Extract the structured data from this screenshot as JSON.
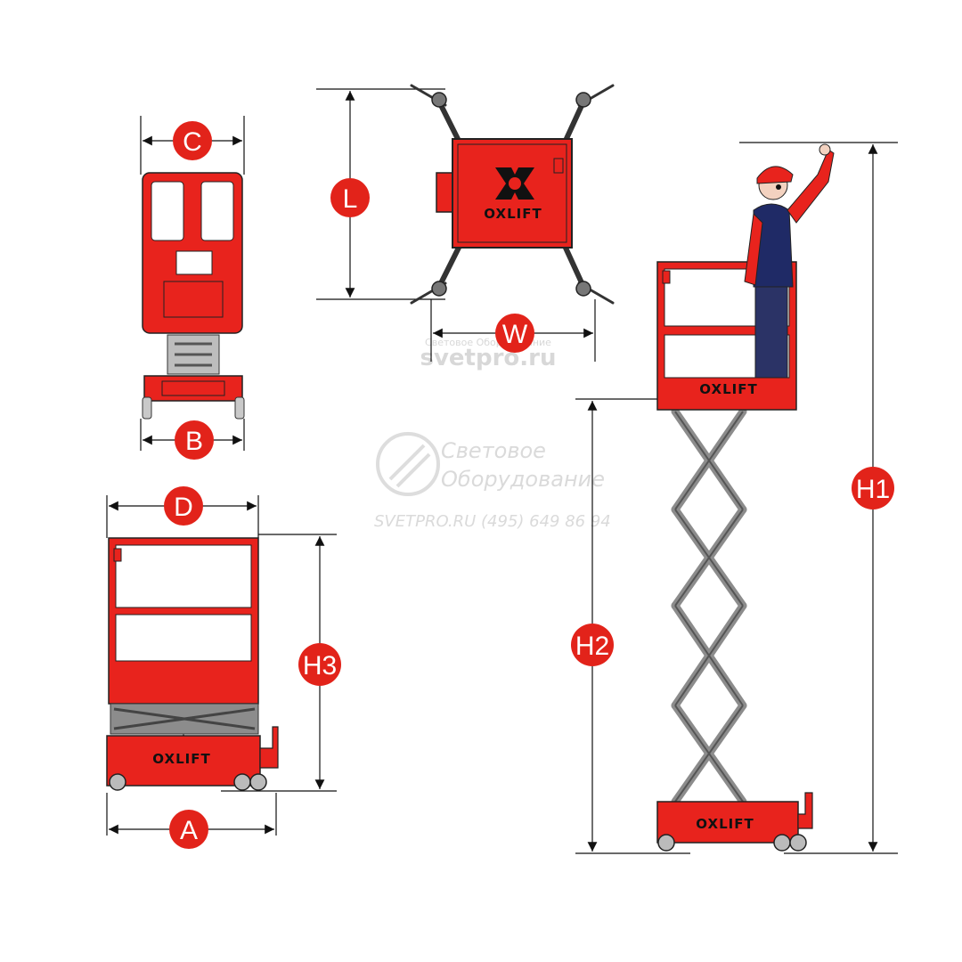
{
  "brand": {
    "name": "OXLIFT"
  },
  "dimensions": {
    "C": "C",
    "B": "B",
    "L": "L",
    "W": "W",
    "D": "D",
    "A": "A",
    "H3": "H3",
    "H2": "H2",
    "H1": "H1"
  },
  "watermark": {
    "small_text": "Световое Оборудование",
    "site": "svetpro.ru",
    "line1": "Световое",
    "line2": "Оборудование",
    "contacts": "SVETPRO.RU   (495) 649 86 94"
  },
  "colors": {
    "primary": "#e8231d",
    "dark": "#111111",
    "scissor": "#8c8c8c",
    "badge": "#e2231a"
  },
  "views": [
    "front-view",
    "top-view",
    "side-view-stowed",
    "side-view-extended"
  ]
}
